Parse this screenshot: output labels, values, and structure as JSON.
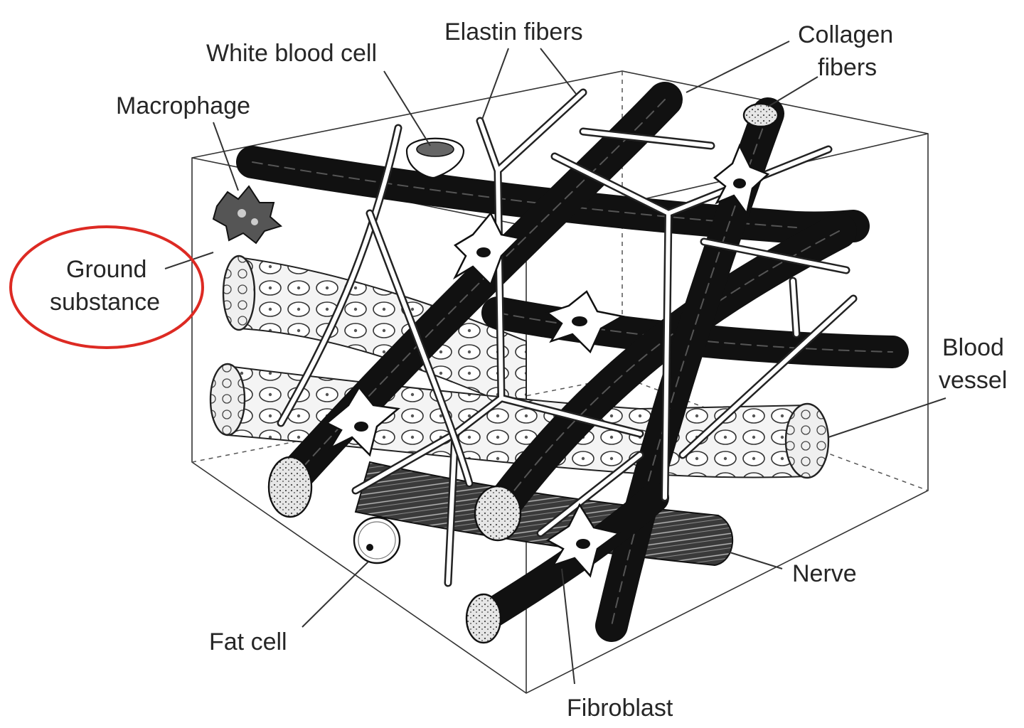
{
  "labels": {
    "white_blood_cell": "White blood cell",
    "elastin_fibers": "Elastin fibers",
    "collagen_line1": "Collagen",
    "collagen_line2": "fibers",
    "macrophage": "Macrophage",
    "ground_line1": "Ground",
    "ground_line2": "substance",
    "blood_line1": "Blood",
    "blood_line2": "vessel",
    "nerve": "Nerve",
    "fat_cell": "Fat cell",
    "fibroblast": "Fibroblast"
  },
  "colors": {
    "highlight_circle": "#dd2a23",
    "ink": "#111111",
    "text": "#262626"
  }
}
